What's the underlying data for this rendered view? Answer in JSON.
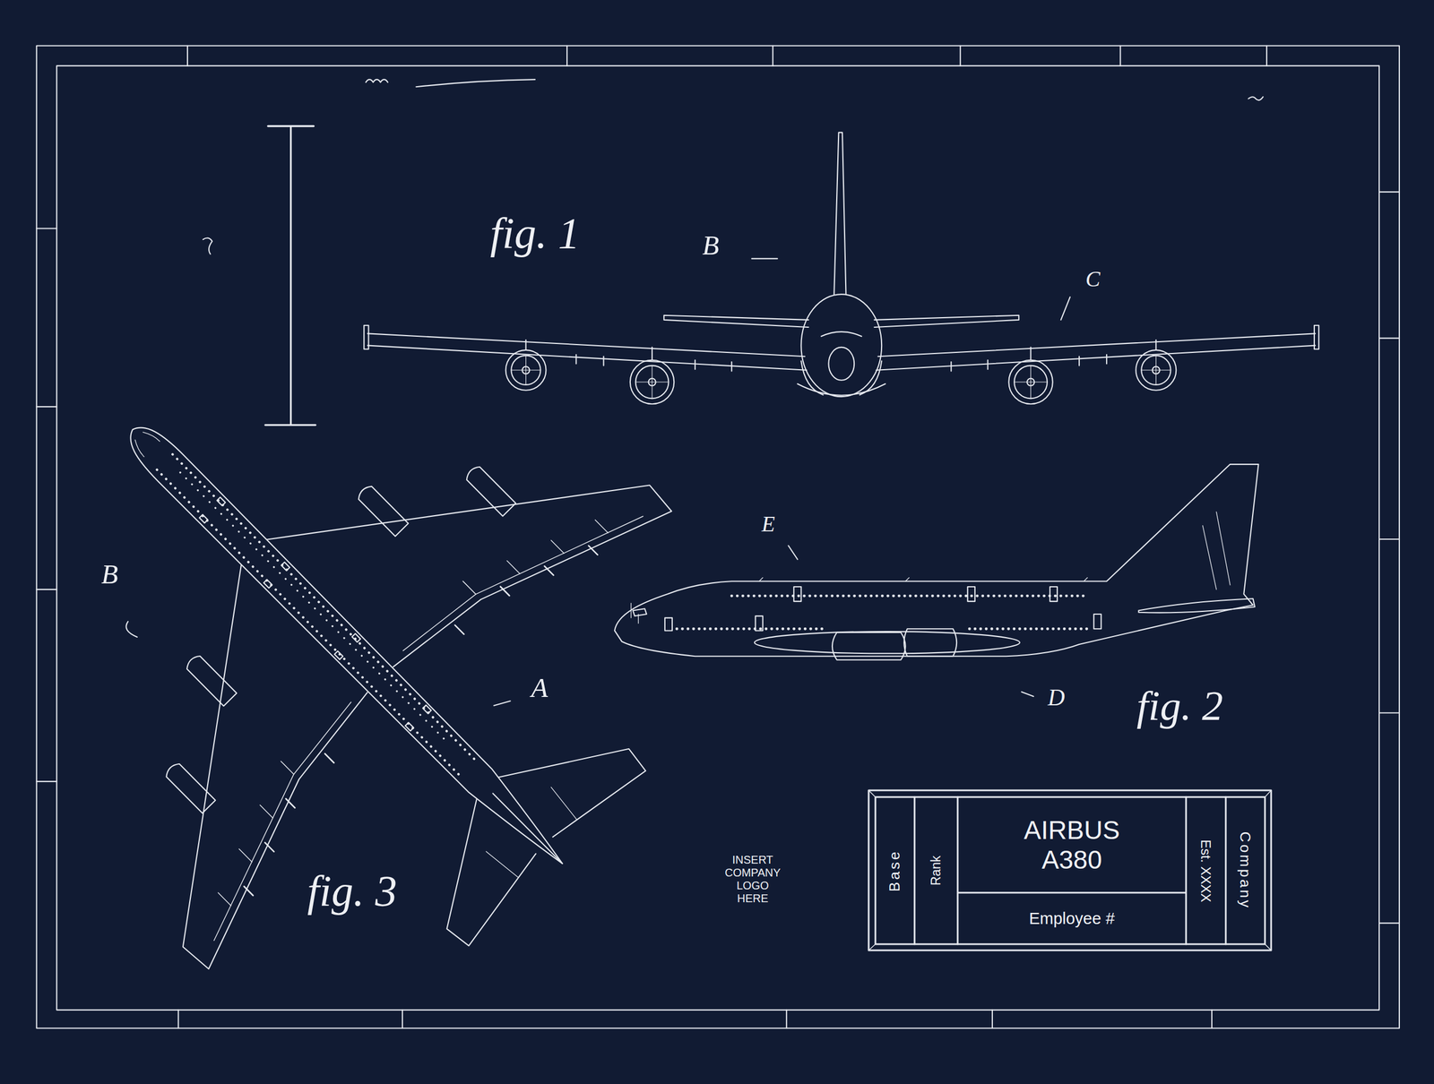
{
  "diagram": {
    "nodes": [
      {
        "text": [
          "Base"
        ]
      },
      {
        "text": [
          "Rank"
        ]
      },
      {
        "text": [
          "AIRBUS A380"
        ]
      },
      {
        "text": [
          "Employee #"
        ]
      },
      {
        "text": [
          "Est. XXXX"
        ]
      },
      {
        "text": [
          "Company"
        ]
      }
    ],
    "labels": [
      "fig. 1",
      "B",
      "C",
      "B",
      "E",
      "A",
      "D",
      "fig. 2",
      "fig. 3",
      "INSERT COMPANY LOGO HERE"
    ]
  }
}
